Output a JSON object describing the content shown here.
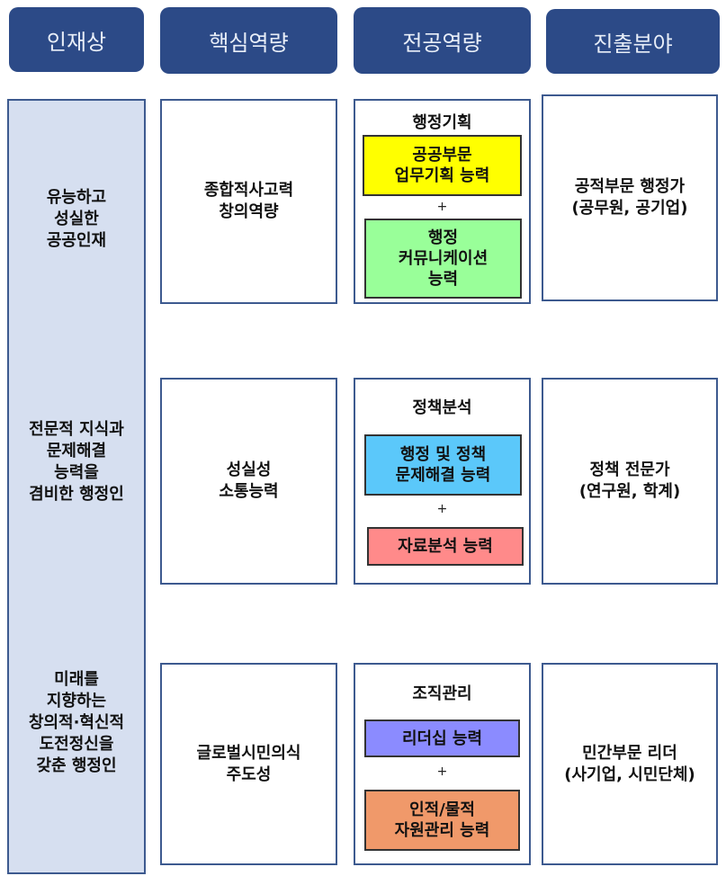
{
  "headers": [
    "인재상",
    "핵심역량",
    "전공역량",
    "진출분야"
  ],
  "talent": [
    "유능하고\n성실한\n공공인재",
    "전문적 지식과\n문제해결\n능력을\n겸비한 행정인",
    "미래를\n지향하는\n창의적·혁신적\n도전정신을\n갖춘 행정인"
  ],
  "core": [
    "종합적사고력\n창의역량",
    "성실성\n소통능력",
    "글로벌시민의식\n주도성"
  ],
  "major": [
    {
      "title": "행정기획",
      "a": "공공부문\n업무기획 능력",
      "b": "행정\n커뮤니케이션\n능력",
      "plus": "+"
    },
    {
      "title": "정책분석",
      "a": "행정 및 정책\n문제해결 능력",
      "b": "자료분석 능력",
      "plus": "+"
    },
    {
      "title": "조직관리",
      "a": "리더십 능력",
      "b": "인적/물적\n자원관리 능력",
      "plus": "+"
    }
  ],
  "career": [
    "공적부문 행정가\n(공무원, 공기업)",
    "정책 전문가\n(연구원, 학계)",
    "민간부문 리더\n(사기업, 시민단체)"
  ],
  "colors": {
    "header": "#2c4a87",
    "left": "#d6dff0",
    "yellow": "#ffff00",
    "green": "#99ff99",
    "blue": "#5bc8fa",
    "pink": "#ff8a8a",
    "purple": "#8b8bff",
    "orange": "#f0996a"
  }
}
